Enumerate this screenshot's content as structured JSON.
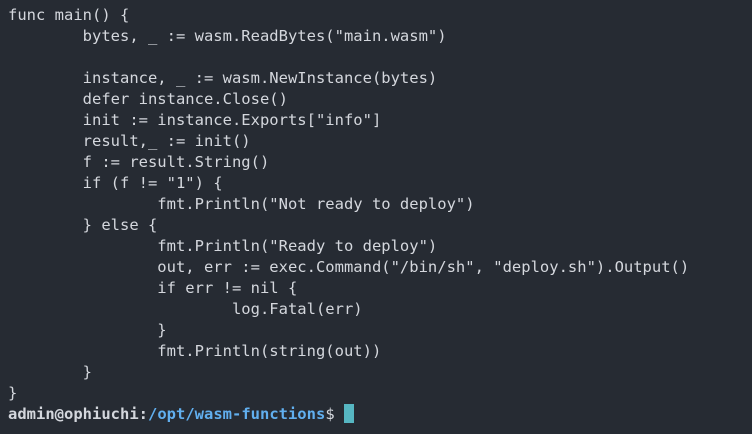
{
  "terminal": {
    "code_lines": [
      "func main() {",
      "        bytes, _ := wasm.ReadBytes(\"main.wasm\")",
      "",
      "        instance, _ := wasm.NewInstance(bytes)",
      "        defer instance.Close()",
      "        init := instance.Exports[\"info\"]",
      "        result,_ := init()",
      "        f := result.String()",
      "        if (f != \"1\") {",
      "                fmt.Println(\"Not ready to deploy\")",
      "        } else {",
      "                fmt.Println(\"Ready to deploy\")",
      "                out, err := exec.Command(\"/bin/sh\", \"deploy.sh\").Output()",
      "                if err != nil {",
      "                        log.Fatal(err)",
      "                }",
      "                fmt.Println(string(out))",
      "        }",
      "}"
    ],
    "prompt": {
      "user_host": "admin@ophiuchi",
      "colon": ":",
      "path": "/opt/wasm-functions",
      "symbol": "$"
    },
    "colors": {
      "background": "#262b33",
      "foreground": "#d4d7dd",
      "path_blue": "#61afef",
      "cursor": "#56b6c2"
    }
  }
}
